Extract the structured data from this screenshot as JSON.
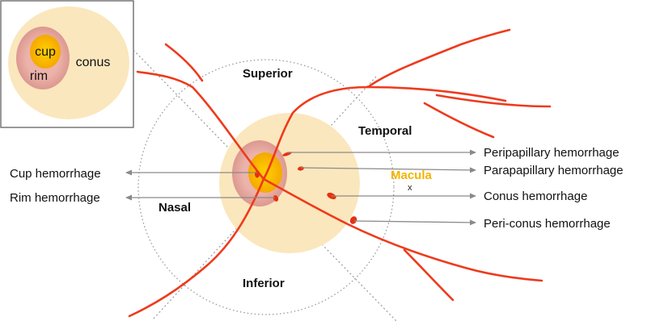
{
  "inset": {
    "cup_label": "cup",
    "rim_label": "rim",
    "conus_label": "conus"
  },
  "quadrants": {
    "superior": "Superior",
    "inferior": "Inferior",
    "nasal": "Nasal",
    "temporal": "Temporal"
  },
  "macula": {
    "label": "Macula",
    "marker": "x"
  },
  "hemorrhages": {
    "cup": "Cup hemorrhage",
    "rim": "Rim hemorrhage",
    "peripapillary": "Peripapillary hemorrhage",
    "parapapillary": "Parapapillary hemorrhage",
    "conus": "Conus hemorrhage",
    "periconus": "Peri-conus hemorrhage"
  },
  "colors": {
    "vessel": "#ee3a1c",
    "hemorrhage": "#e8300e",
    "cup": "#f7b500",
    "rim": "#e6a6a0",
    "conus": "#fbe7bd",
    "macula_label": "#f2b400",
    "arrow": "#8a8a8a",
    "guide_circle": "#9a9a9a"
  }
}
